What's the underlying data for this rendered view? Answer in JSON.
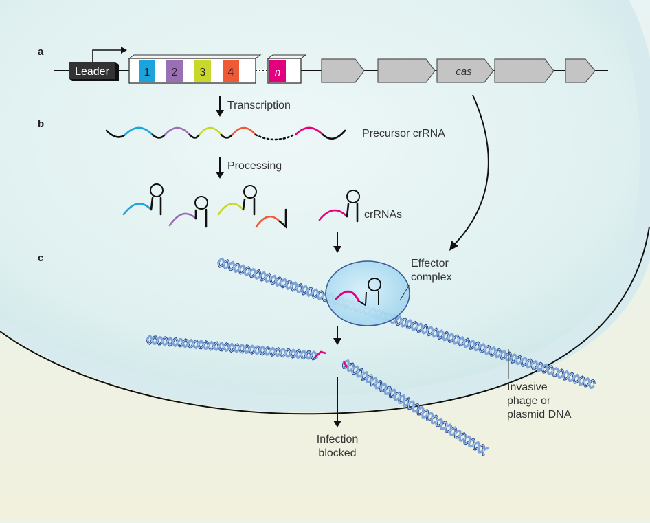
{
  "panels": {
    "a": "a",
    "b": "b",
    "c": "c"
  },
  "array": {
    "leader": "Leader",
    "spacers": [
      "1",
      "2",
      "3",
      "4"
    ],
    "last_spacer": "n",
    "cas": "cas"
  },
  "steps": {
    "transcription": "Transcription",
    "processing": "Processing"
  },
  "labels": {
    "precursor": "Precursor crRNA",
    "crrnas": "crRNAs",
    "effector_line1": "Effector",
    "effector_line2": "complex",
    "invasive_line1": "Invasive",
    "invasive_line2": "phage or",
    "invasive_line3": "plasmid DNA",
    "blocked_line1": "Infection",
    "blocked_line2": "blocked"
  },
  "colors": {
    "spacer1": "#1aa3dc",
    "spacer2": "#9b6fb5",
    "spacer3": "#c8d82a",
    "spacer4": "#ef5a36",
    "spacern": "#e3007f",
    "cas_gene": "#c4c4c4",
    "dna": "#2c4f93",
    "effector": "#bfe6f7"
  }
}
